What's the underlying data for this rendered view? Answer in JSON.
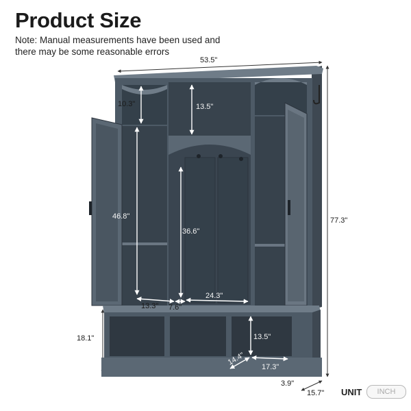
{
  "header": {
    "title": "Product Size",
    "note": "Note: Manual measurements have been used and there may be some reasonable errors"
  },
  "dimensions": {
    "total_width": "53.5\"",
    "total_height": "77.3\"",
    "depth": "15.7\"",
    "side_top_compartment": "10.3\"",
    "center_top_compartment": "13.5\"",
    "side_cabinet_height": "46.8\"",
    "center_hanging_height": "36.6\"",
    "side_cabinet_width": "13.3\"",
    "center_gap": "7.6\"",
    "center_width": "24.3\"",
    "bench_height": "18.1\"",
    "bench_cubby_height": "13.5\"",
    "bench_cubby_depth": "14.4\"",
    "bench_cubby_width": "17.3\"",
    "base_height": "3.9\""
  },
  "unit": {
    "label": "UNIT",
    "value": "INCH"
  },
  "colors": {
    "cabinet": "#4d5a66",
    "cabinet_dark": "#2c343d",
    "cabinet_light": "#6f7c88",
    "dimension_line": "#ffffff"
  }
}
